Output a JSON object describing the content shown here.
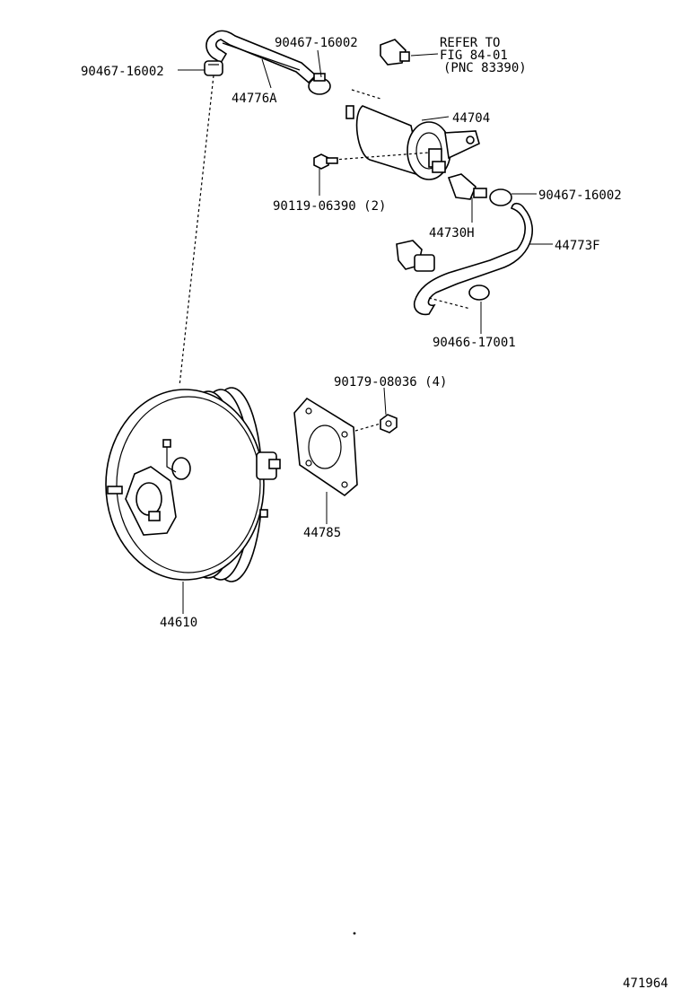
{
  "parts": {
    "clamp_hose_top_left": "90467-16002",
    "clamp_hose_top_right": "90467-16002",
    "clamp_right": "90467-16002",
    "hose_top": "44776A",
    "refer": [
      "REFER TO",
      "FIG 84-01",
      "(PNC 83390)"
    ],
    "vacuum_tank": "44704",
    "bolt": "90119-06390 (2)",
    "check_valve": "44730H",
    "hose_right": "44773F",
    "clamp_bottom": "90466-17001",
    "nut": "90179-08036 (4)",
    "gasket": "44785",
    "booster": "44610"
  },
  "illustration_number": "471964"
}
